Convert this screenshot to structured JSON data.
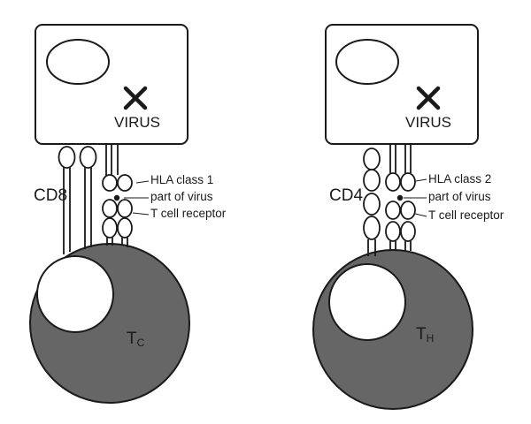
{
  "colors": {
    "line": "#1a1a1a",
    "cell_fill": "#666666",
    "background": "#ffffff"
  },
  "panels": [
    {
      "virus_label": "VIRUS",
      "coreceptor_label": "CD8",
      "hla_label": "HLA class 1",
      "part_label": "part of virus",
      "tcr_label": "T cell receptor",
      "cell_letter": "T",
      "cell_sub": "C"
    },
    {
      "virus_label": "VIRUS",
      "coreceptor_label": "CD4",
      "hla_label": "HLA class 2",
      "part_label": "part of virus",
      "tcr_label": "T cell receptor",
      "cell_letter": "T",
      "cell_sub": "H"
    }
  ]
}
